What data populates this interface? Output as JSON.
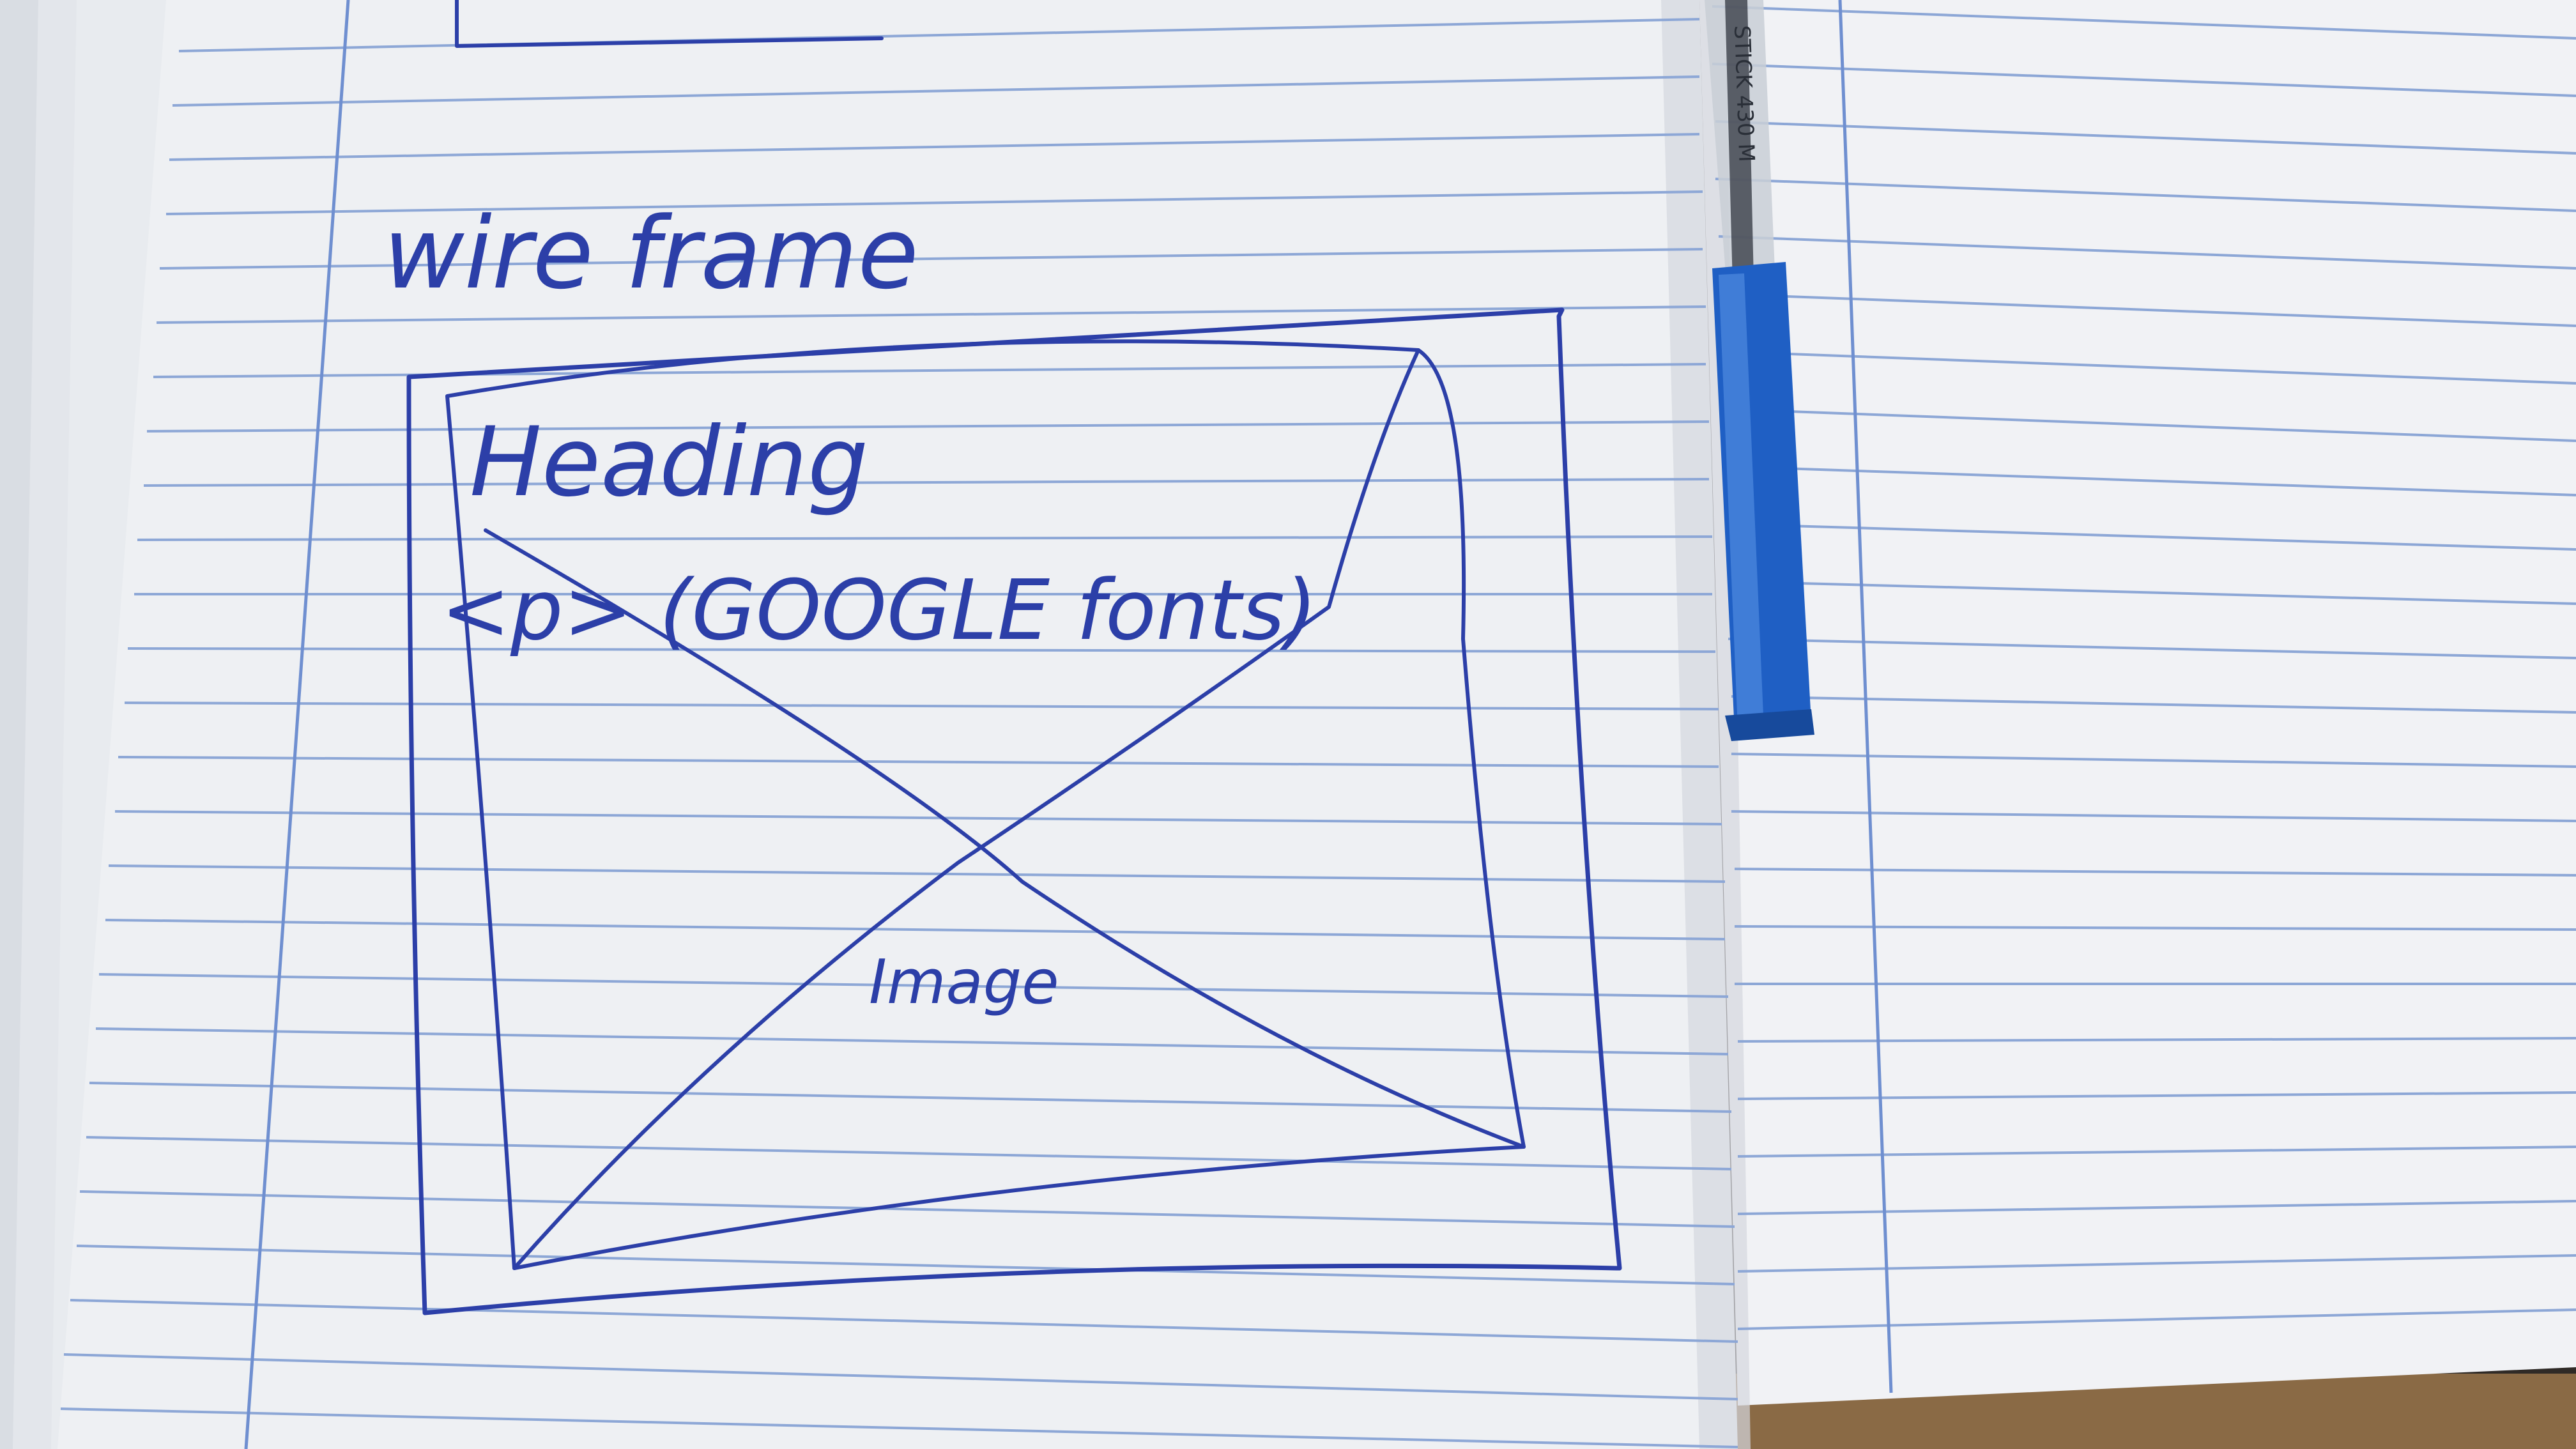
{
  "sketch": {
    "title": "wire frame",
    "heading": "Heading",
    "paragraph": "<p> (GOOGLE fonts)",
    "image_label": "Image"
  },
  "pen": {
    "imprint": "STICK 430 M"
  },
  "colors": {
    "ink": "#2c3fa8",
    "paper": "#eef0f3",
    "rule_line": "#8da7d6",
    "margin_line": "#6f8fd0",
    "pen_blue": "#1f5fc4",
    "table": "#2f2a26"
  }
}
